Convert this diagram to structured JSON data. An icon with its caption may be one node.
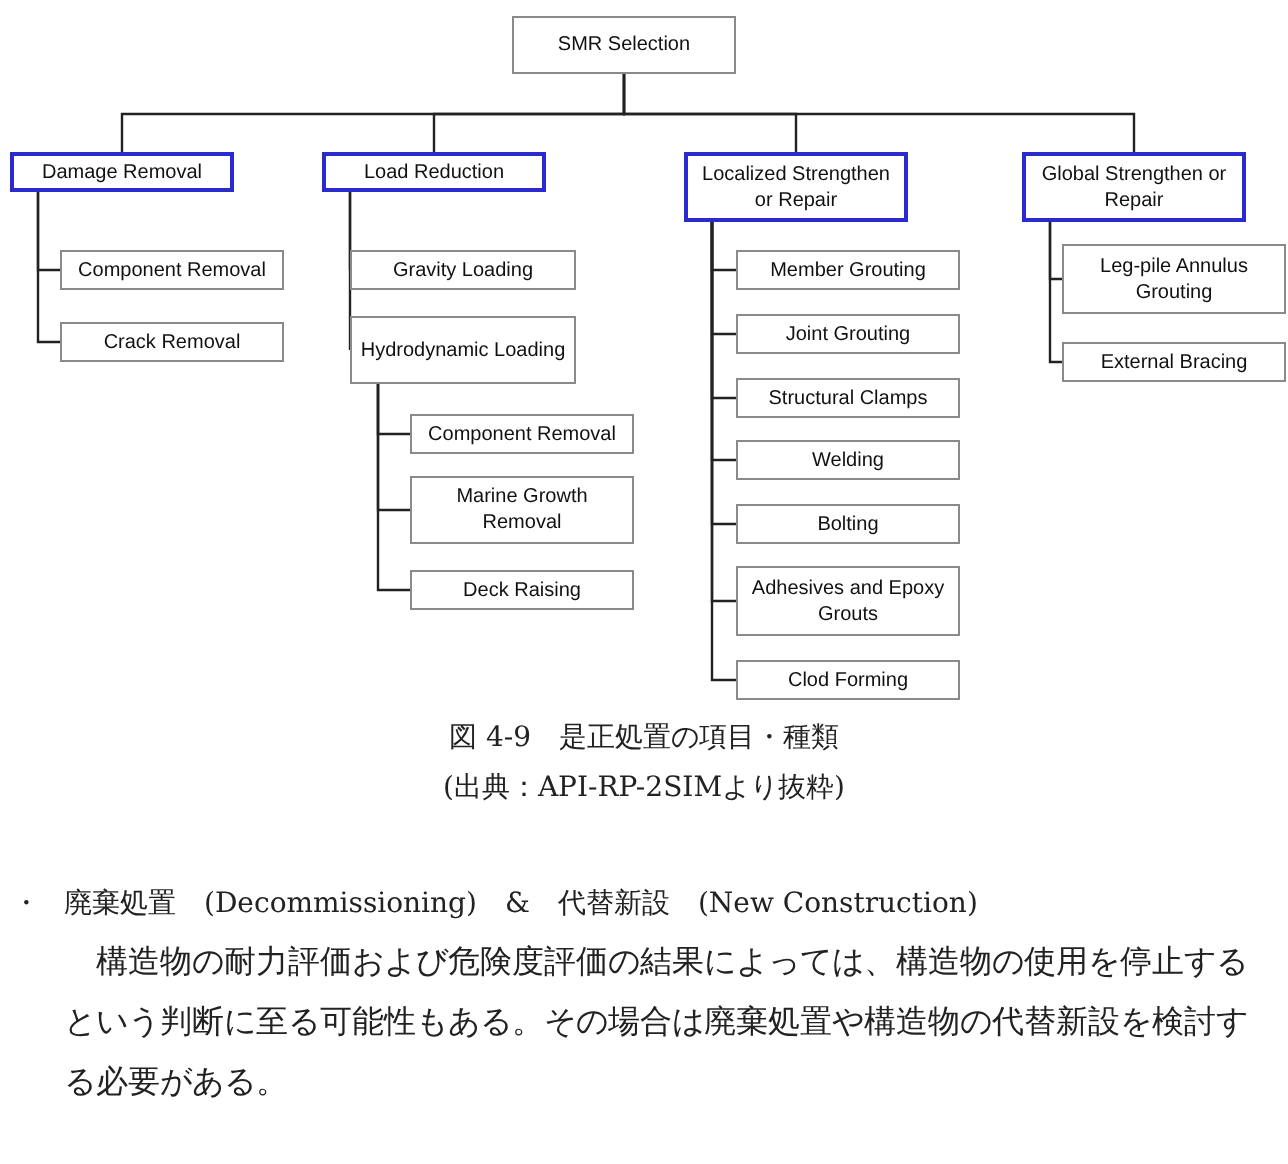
{
  "diagram": {
    "caption": "図 4-9　是正処置の項目・種類",
    "nodes": [
      {
        "text": [
          "SMR Selection"
        ]
      },
      {
        "text": [
          "Damage Removal"
        ]
      },
      {
        "text": [
          "Load Reduction"
        ]
      },
      {
        "text": [
          "Localized Strengthen or Repair"
        ]
      },
      {
        "text": [
          "Global Strengthen or Repair"
        ]
      },
      {
        "text": [
          "Component Removal"
        ]
      },
      {
        "text": [
          "Crack Removal"
        ]
      },
      {
        "text": [
          "Gravity Loading"
        ]
      },
      {
        "text": [
          "Hydrodynamic Loading"
        ]
      },
      {
        "text": [
          "Component Removal"
        ]
      },
      {
        "text": [
          "Marine Growth Removal"
        ]
      },
      {
        "text": [
          "Deck Raising"
        ]
      },
      {
        "text": [
          "Member Grouting"
        ]
      },
      {
        "text": [
          "Joint Grouting"
        ]
      },
      {
        "text": [
          "Structural Clamps"
        ]
      },
      {
        "text": [
          "Welding"
        ]
      },
      {
        "text": [
          "Bolting"
        ]
      },
      {
        "text": [
          "Adhesives and Epoxy Grouts"
        ]
      },
      {
        "text": [
          "Clod Forming"
        ]
      },
      {
        "text": [
          "Leg-pile Annulus Grouting"
        ]
      },
      {
        "text": [
          "External Bracing"
        ]
      }
    ],
    "edges": [
      {
        "from": 0,
        "to": 1,
        "arrow": "none"
      },
      {
        "from": 0,
        "to": 2,
        "arrow": "none"
      },
      {
        "from": 0,
        "to": 3,
        "arrow": "none"
      },
      {
        "from": 0,
        "to": 4,
        "arrow": "none"
      },
      {
        "from": 1,
        "to": 5,
        "arrow": "none"
      },
      {
        "from": 1,
        "to": 6,
        "arrow": "none"
      },
      {
        "from": 2,
        "to": 7,
        "arrow": "none"
      },
      {
        "from": 2,
        "to": 8,
        "arrow": "none"
      },
      {
        "from": 8,
        "to": 9,
        "arrow": "none"
      },
      {
        "from": 8,
        "to": 10,
        "arrow": "none"
      },
      {
        "from": 8,
        "to": 11,
        "arrow": "none"
      },
      {
        "from": 3,
        "to": 12,
        "arrow": "none"
      },
      {
        "from": 3,
        "to": 13,
        "arrow": "none"
      },
      {
        "from": 3,
        "to": 14,
        "arrow": "none"
      },
      {
        "from": 3,
        "to": 15,
        "arrow": "none"
      },
      {
        "from": 3,
        "to": 16,
        "arrow": "none"
      },
      {
        "from": 3,
        "to": 17,
        "arrow": "none"
      },
      {
        "from": 3,
        "to": 18,
        "arrow": "none"
      },
      {
        "from": 4,
        "to": 19,
        "arrow": "none"
      },
      {
        "from": 4,
        "to": 20,
        "arrow": "none"
      }
    ],
    "labels": [
      "(出典：API-RP-2SIMより抜粋)",
      "・",
      "廃棄処置　(Decommissioning)　&　代替新設　(New Construction)",
      "構造物の耐力評価および危険度評価の結果によっては、構造物の使用を停止するという判断に至る可能性もある。その場合は廃棄処置や構造物の代替新設を検討する必要がある。"
    ]
  }
}
